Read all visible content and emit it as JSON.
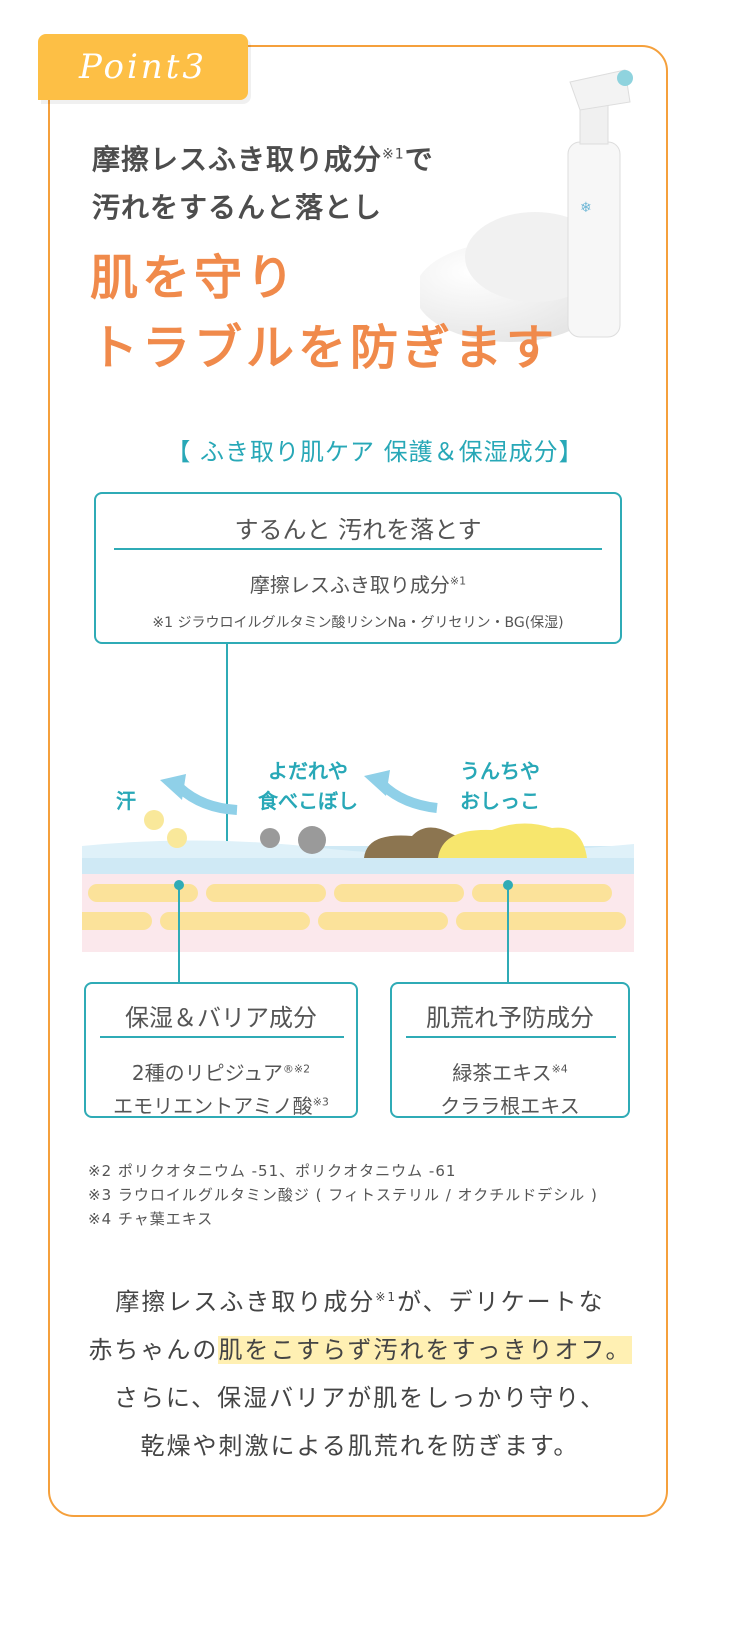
{
  "badge": {
    "label": "Point3"
  },
  "headline": {
    "line1": "摩擦レスふき取り成分",
    "line1_sup": "※1",
    "line1_end": "で",
    "line2": "汚れをするんと落とし",
    "big1": "肌を守り",
    "big2": "トラブルを防ぎます"
  },
  "section_title": "【 ふき取り肌ケア 保護＆保湿成分】",
  "top_box": {
    "title": "するんと 汚れを落とす",
    "item": "摩擦レスふき取り成分",
    "item_sup": "※1",
    "note": "※1  ジラウロイルグルタミン酸リシンNa・グリセリン・BG(保湿)"
  },
  "illustration": {
    "sweat": "汗",
    "drool_1": "よだれや",
    "drool_2": "食べこぼし",
    "poop_1": "うんちや",
    "poop_2": "おしっこ"
  },
  "left_box": {
    "title": "保湿＆バリア成分",
    "item1": "2種のリピジュア",
    "item1_sup": "®※2",
    "item2": "エモリエントアミノ酸",
    "item2_sup": "※3"
  },
  "right_box": {
    "title": "肌荒れ予防成分",
    "item1": "緑茶エキス",
    "item1_sup": "※4",
    "item2": "クララ根エキス"
  },
  "footnotes": [
    "※2  ポリクオタニウム -51、ポリクオタニウム -61",
    "※3  ラウロイルグルタミン酸ジ ( フィトステリル / オクチルドデシル )",
    "※4  チャ葉エキス"
  ],
  "body": {
    "l1a": "摩擦レスふき取り成分",
    "l1sup": "※1",
    "l1b": "が、デリケートな",
    "l2a": "赤ちゃんの",
    "l2hl": "肌をこすらず汚れをすっきりオフ。",
    "l3": "さらに、保湿バリアが肌をしっかり守り、",
    "l4": "乾燥や刺激による肌荒れを防ぎます。"
  },
  "colors": {
    "accent": "#f08a4b",
    "teal": "#2fabb6",
    "badge": "#fdbf45",
    "border": "#f5a03c"
  }
}
